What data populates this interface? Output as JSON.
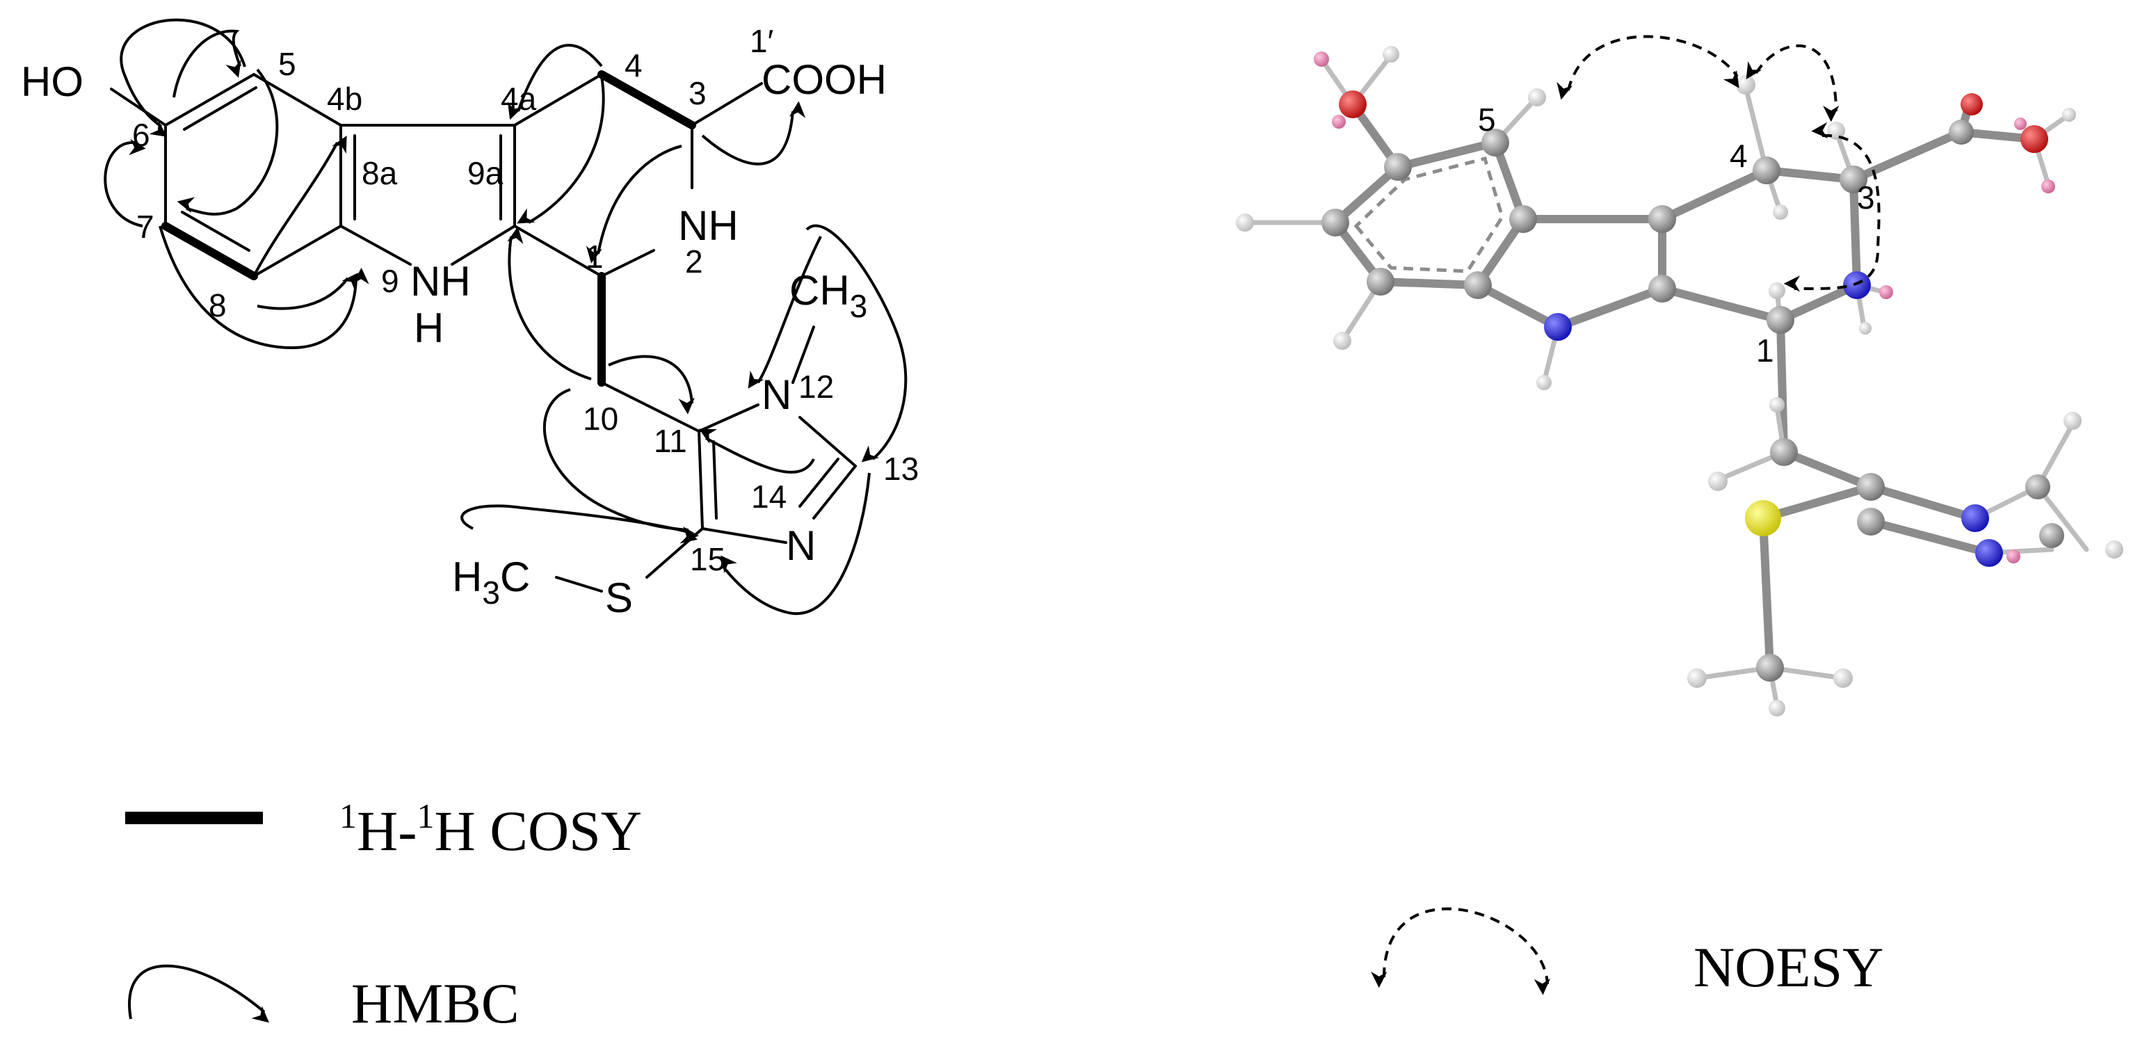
{
  "structure": {
    "atoms": {
      "ho": "HO",
      "c5": "5",
      "c4b": "4b",
      "c4a": "4a",
      "c4": "4",
      "c3": "3",
      "c1p": "1′",
      "cooh": "COOH",
      "c6": "6",
      "c7": "7",
      "c8": "8",
      "c8a": "8a",
      "c9a": "9a",
      "nh2": "NH",
      "n2": "2",
      "n9": "9",
      "nh9": "NH",
      "h9": "H",
      "c1": "1",
      "ch3": "CH",
      "ch3_sub": "3",
      "n12_n": "N",
      "n12": "12",
      "c10": "10",
      "c11": "11",
      "c13": "13",
      "c14": "14",
      "n14": "N",
      "c15": "15",
      "h3c_h": "H",
      "h3c_sub": "3",
      "h3c_c": "C",
      "s": "S"
    }
  },
  "model3d": {
    "labels": {
      "c5": "5",
      "c4": "4",
      "c3": "3",
      "c1": "1"
    },
    "colors": {
      "carbon": "#8c8c8c",
      "hydrogen": "#e0e0e0",
      "nitrogen": "#1c1cdc",
      "oxygen": "#e01010",
      "sulfur": "#e8e020",
      "polar_h": "#e080a8"
    }
  },
  "legend": {
    "cosy_sup1": "1",
    "cosy_h1": "H-",
    "cosy_sup2": "1",
    "cosy_rest": "H COSY",
    "hmbc": "HMBC",
    "noesy": "NOESY"
  }
}
